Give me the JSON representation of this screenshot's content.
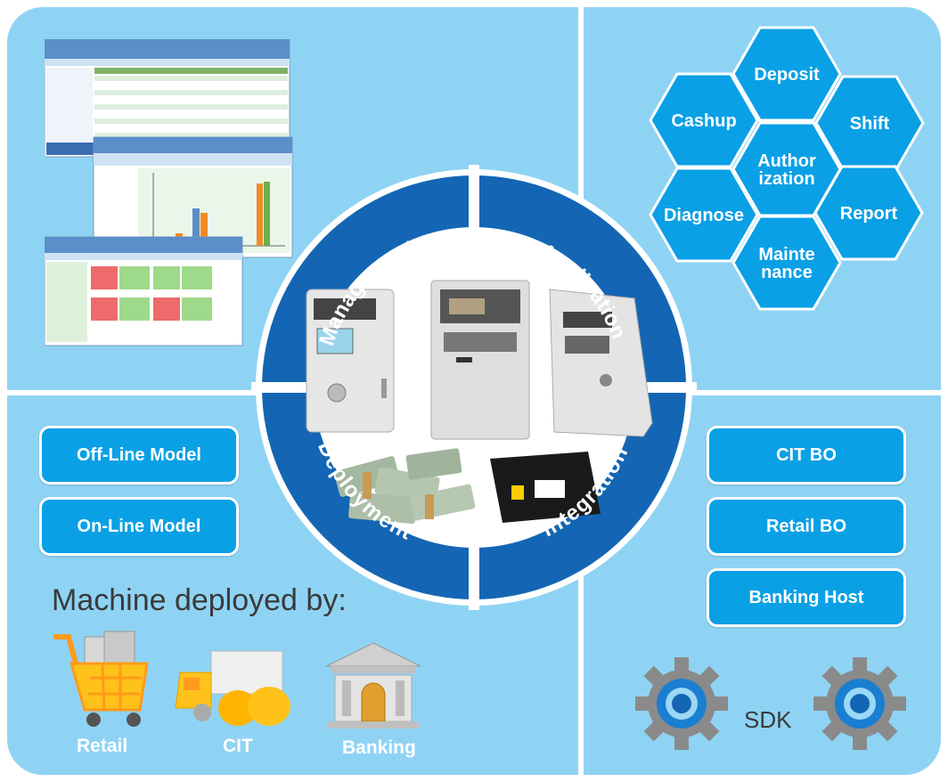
{
  "wheel": {
    "management": "Management",
    "application": "Application",
    "deployment": "Deployment",
    "integration": "Integration"
  },
  "hexagons": {
    "deposit": "Deposit",
    "cashup": "Cashup",
    "shift": "Shift",
    "authorization": [
      "Author",
      "ization"
    ],
    "diagnose": "Diagnose",
    "report": "Report",
    "maintenance": [
      "Mainte",
      "nance"
    ]
  },
  "models": {
    "offline": "Off-Line Model",
    "online": "On-Line Model"
  },
  "deployed_by": {
    "title": "Machine deployed by:",
    "retail": "Retail",
    "cit": "CIT",
    "banking": "Banking"
  },
  "integration_targets": {
    "cit_bo": "CIT BO",
    "retail_bo": "Retail BO",
    "banking_host": "Banking Host"
  },
  "sdk_label": "SDK",
  "colors": {
    "panel_bg": "#8fd3f4",
    "accent_blue": "#0aa0e6",
    "wheel_blue": "#1466b4"
  }
}
